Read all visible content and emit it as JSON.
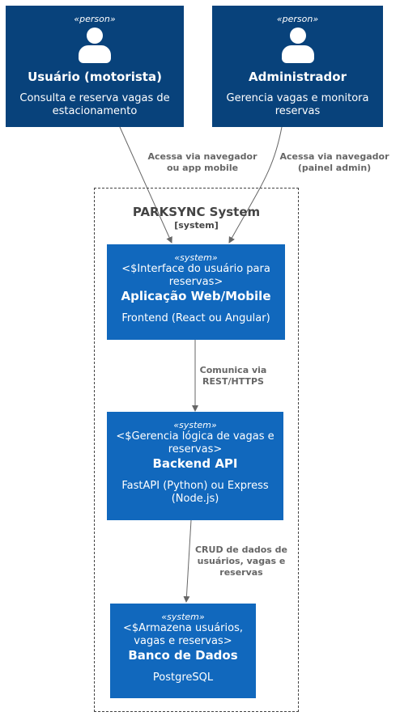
{
  "persons": [
    {
      "stereotype": "«person»",
      "name": "Usuário (motorista)",
      "description": "Consulta e reserva vagas de estacionamento"
    },
    {
      "stereotype": "«person»",
      "name": "Administrador",
      "description": "Gerencia vagas e monitora reservas"
    }
  ],
  "boundary": {
    "name": "PARKSYNC System",
    "type": "[system]"
  },
  "systems": [
    {
      "stereotype": "«system»",
      "description": "<$Interface do usuário para reservas>",
      "name": "Aplicação Web/Mobile",
      "technology": "Frontend (React ou Angular)"
    },
    {
      "stereotype": "«system»",
      "description": "<$Gerencia lógica de vagas e reservas>",
      "name": "Backend API",
      "technology": "FastAPI (Python) ou Express (Node.js)"
    },
    {
      "stereotype": "«system»",
      "description": "<$Armazena usuários, vagas e reservas>",
      "name": "Banco de Dados",
      "technology": "PostgreSQL"
    }
  ],
  "relations": [
    {
      "label": "Acessa via navegador\nou app mobile"
    },
    {
      "label": "Acessa via navegador\n(painel admin)"
    },
    {
      "label": "Comunica via\nREST/HTTPS"
    },
    {
      "label": "CRUD de dados de\nusuários, vagas e\nreservas"
    }
  ],
  "colors": {
    "person": "#08427b",
    "system": "#1168bd",
    "edge": "#666666",
    "boundary": "#444444"
  }
}
